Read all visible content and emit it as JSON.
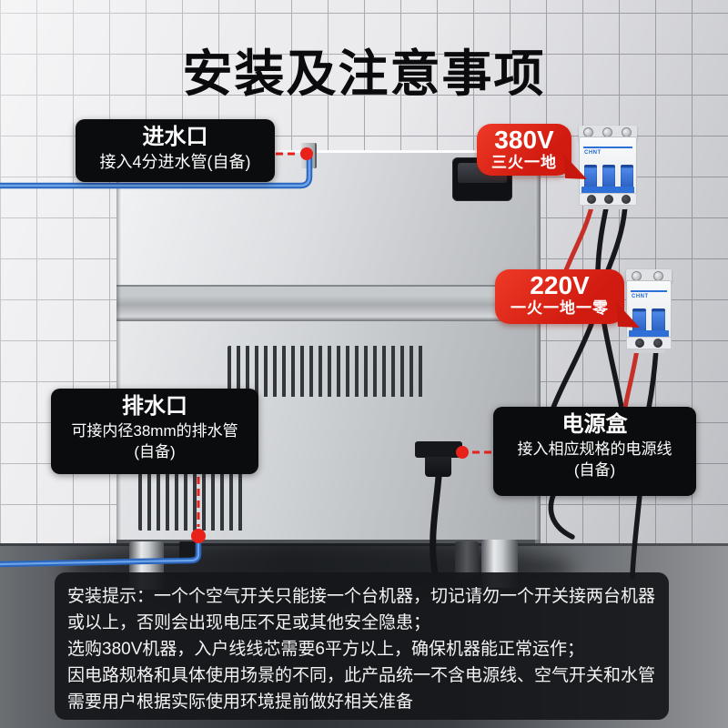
{
  "title": "安装及注意事项",
  "labels": {
    "water_inlet": {
      "name": "进水口",
      "note": "接入4分进水管(自备)"
    },
    "drain_outlet": {
      "name": "排水口",
      "note": "可接内径38mm的排水管",
      "note2": "(自备)"
    },
    "power_box": {
      "name": "电源盒",
      "note": "接入相应规格的电源线",
      "note2": "(自备)"
    }
  },
  "power_badges": {
    "badge_380": {
      "voltage": "380V",
      "wiring": "三火一地"
    },
    "badge_220": {
      "voltage": "220V",
      "wiring": "一火一地一零"
    }
  },
  "breakers": {
    "brand": "CHNT"
  },
  "tips": {
    "lines": [
      "安装提示：一个个空气开关只能接一个台机器，切记请勿一个开关接两台机器",
      "或以上，否则会出现电压不足或其他安全隐患；",
      "选购380V机器，入户线线芯需要6平方以上，确保机器能正常运作；",
      "因电路规格和具体使用场景的不同，此产品统一不含电源线、空气开关和水管",
      "需要用户根据实际使用环境提前做好相关准备"
    ]
  },
  "colors": {
    "badge_red": "#d11a10",
    "label_black": "#0b0c0e",
    "pipe_blue": "#2f6fc8",
    "breaker_blue": "#2f6fd8",
    "callout_red": "#e8211a"
  }
}
